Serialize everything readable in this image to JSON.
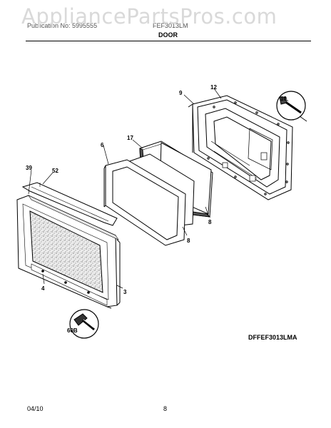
{
  "watermark": "AppliancePartsPros.com",
  "header": {
    "publication_line": "Publication No: 5995555",
    "model_fragment": "FEF3013LM",
    "section_title": "DOOR"
  },
  "callouts": [
    "12",
    "9",
    "10",
    "17",
    "6",
    "39",
    "52",
    "8",
    "8",
    "4",
    "3",
    "60B"
  ],
  "diagram_code": "DFFEF3013LMA",
  "footer": {
    "date": "04/10",
    "page": "8"
  }
}
